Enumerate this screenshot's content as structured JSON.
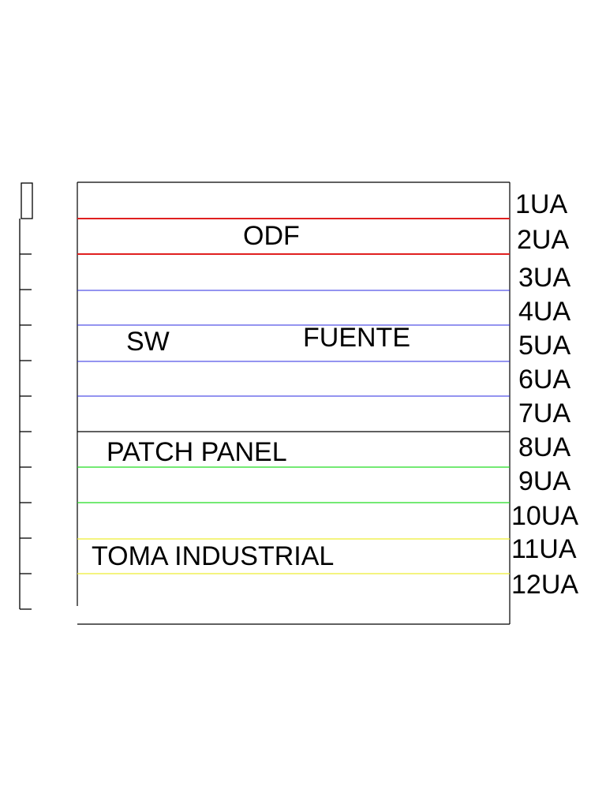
{
  "rack": {
    "units": [
      "1UA",
      "2UA",
      "3UA",
      "4UA",
      "5UA",
      "6UA",
      "7UA",
      "8UA",
      "9UA",
      "10UA",
      "11UA",
      "12UA"
    ],
    "equipment": [
      {
        "key": "odf",
        "label": "ODF",
        "color": "#e02020"
      },
      {
        "key": "sw",
        "label": "SW",
        "color": "#2a2ae0"
      },
      {
        "key": "fuente",
        "label": "FUENTE",
        "color": "#2a2ae0"
      },
      {
        "key": "patch_panel",
        "label": "PATCH PANEL",
        "color": "#22dd22"
      },
      {
        "key": "toma_industrial",
        "label": "TOMA INDUSTRIAL",
        "color": "#eeee33"
      }
    ]
  }
}
